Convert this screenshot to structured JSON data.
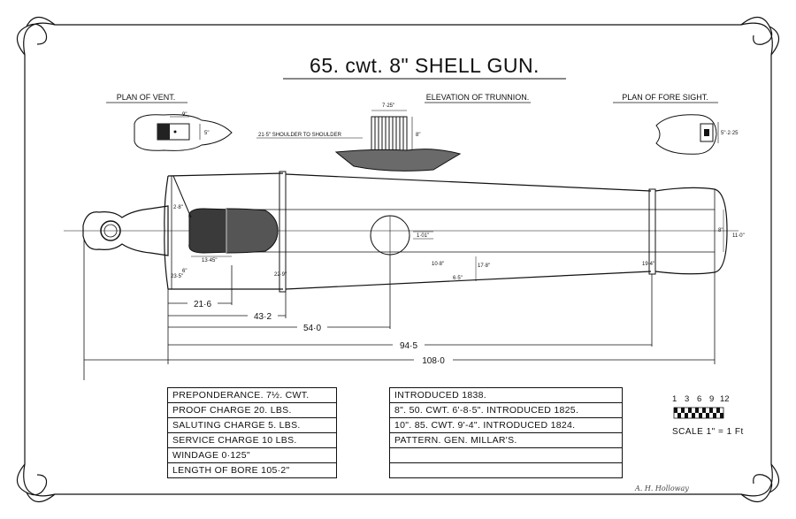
{
  "title": "65. cwt. 8\" SHELL GUN.",
  "insets": {
    "vent": "PLAN OF VENT.",
    "trunnion": "ELEVATION OF TRUNNION.",
    "foresight": "PLAN OF FORE SIGHT."
  },
  "trunnion_note": "21·5\" SHOULDER TO SHOULDER",
  "small_dims": {
    "vent_w": "9\"",
    "vent_h": "5\"",
    "trunnion_w": "7·25\"",
    "trunnion_h": "8\"",
    "foresight": "5\"·2·25",
    "breech_a": "2·8\"",
    "breech_b": "23·5\"",
    "breech_c": "13·45\"",
    "breech_d": "6\"",
    "breech_e": "22·9\"",
    "trunnion_offset": "1·01\"",
    "mid_a": "10·8\"",
    "mid_b": "6·5\"",
    "mid_c": "17·8\"",
    "muzzle_a": "19·4\"",
    "muzzle_b": "8\"",
    "muzzle_c": "11·0\""
  },
  "dimensions": [
    "21·6",
    "43·2",
    "54·0",
    "94·5",
    "108·0"
  ],
  "table_left": [
    "PREPONDERANCE. 7½. CWT.",
    "PROOF CHARGE    20. LBS.",
    "SALUTING CHARGE    5. LBS.",
    "SERVICE CHARGE  10 LBS.",
    "WINDAGE  0·125\"",
    "LENGTH OF BORE  105·2\""
  ],
  "table_right": [
    "INTRODUCED 1838.",
    "8\". 50. CWT.  6'-8·5\".  INTRODUCED 1825.",
    "10\". 85. CWT.  9'-4\".   INTRODUCED 1824.",
    "PATTERN.  GEN. MILLAR'S.",
    "",
    ""
  ],
  "scale": {
    "ticks": [
      "1",
      "3",
      "6",
      "9",
      "12"
    ],
    "caption": "SCALE 1\" = 1 Ft"
  },
  "signature": "A. H. Holloway"
}
